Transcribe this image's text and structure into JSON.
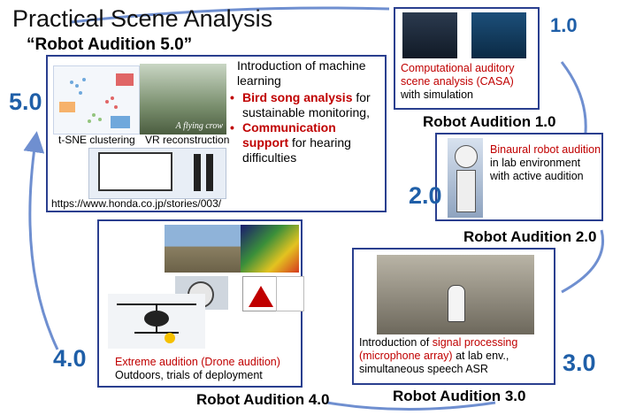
{
  "title": "Practical Scene Analysis",
  "subtitle": "“Robot Audition 5.0”",
  "colors": {
    "ring": "#6f8fd0",
    "card_border": "#2a3f8f",
    "version": "#1f5fa8",
    "highlight": "#c00000"
  },
  "stages": {
    "v1": {
      "version": "1.0",
      "title": "Robot Audition 1.0",
      "desc_red": "Computational auditory scene analysis (CASA)",
      "desc_rest": "with simulation"
    },
    "v2": {
      "version": "2.0",
      "title": "Robot Audition 2.0",
      "desc_red": "Binaural robot audition",
      "desc_rest": " in lab environment with active audition"
    },
    "v3": {
      "version": "3.0",
      "title": "Robot Audition 3.0",
      "desc_pre": "Introduction of ",
      "desc_red": "signal processing (microphone array)",
      "desc_rest": " at lab env., simultaneous speech ASR"
    },
    "v4": {
      "version": "4.0",
      "title": "Robot Audition 4.0",
      "desc_red": "Extreme audition (Drone audition)",
      "desc_rest": "Outdoors, trials of deployment"
    },
    "v5": {
      "version": "5.0",
      "intro": "Introduction of machine learning",
      "bullets": [
        {
          "red": "Bird song analysis",
          "rest": " for sustainable monitoring,"
        },
        {
          "red": "Communication support",
          "rest": " for hearing difficulties"
        }
      ],
      "photo_labels": {
        "tsne": "t-SNE clustering",
        "vr": "VR reconstruction",
        "crow": "A flying crow"
      },
      "url": "https://www.honda.co.jp/stories/003/"
    }
  }
}
